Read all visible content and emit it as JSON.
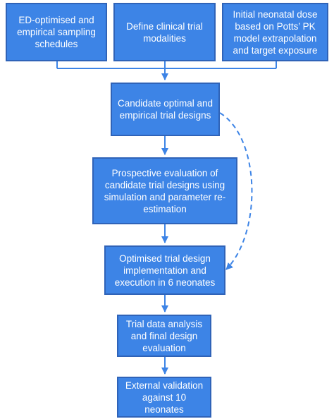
{
  "colors": {
    "box_fill": "#3d84e6",
    "box_border": "#2f63b8",
    "arrow": "#3d84e6",
    "text": "#ffffff"
  },
  "nodes": {
    "sampling": "ED-optimised and empirical sampling schedules",
    "modalities": "Define clinical trial modalities",
    "dose": "Initial neonatal dose based on Potts’ PK model extrapolation and target exposure",
    "candidate": "Candidate optimal and empirical trial designs",
    "prospective": "Prospective evaluation of candidate trial designs using simulation and parameter re-estimation",
    "optimised": "Optimised trial design implementation and execution in 6 neonates",
    "analysis": "Trial data analysis and final design evaluation",
    "validation": "External validation against 10 neonates"
  },
  "edges": [
    {
      "from": "sampling",
      "to": "candidate",
      "style": "solid"
    },
    {
      "from": "modalities",
      "to": "candidate",
      "style": "solid"
    },
    {
      "from": "dose",
      "to": "candidate",
      "style": "solid"
    },
    {
      "from": "candidate",
      "to": "prospective",
      "style": "solid"
    },
    {
      "from": "candidate",
      "to": "optimised",
      "style": "dashed"
    },
    {
      "from": "prospective",
      "to": "optimised",
      "style": "solid"
    },
    {
      "from": "optimised",
      "to": "analysis",
      "style": "solid"
    },
    {
      "from": "analysis",
      "to": "validation",
      "style": "solid"
    }
  ]
}
